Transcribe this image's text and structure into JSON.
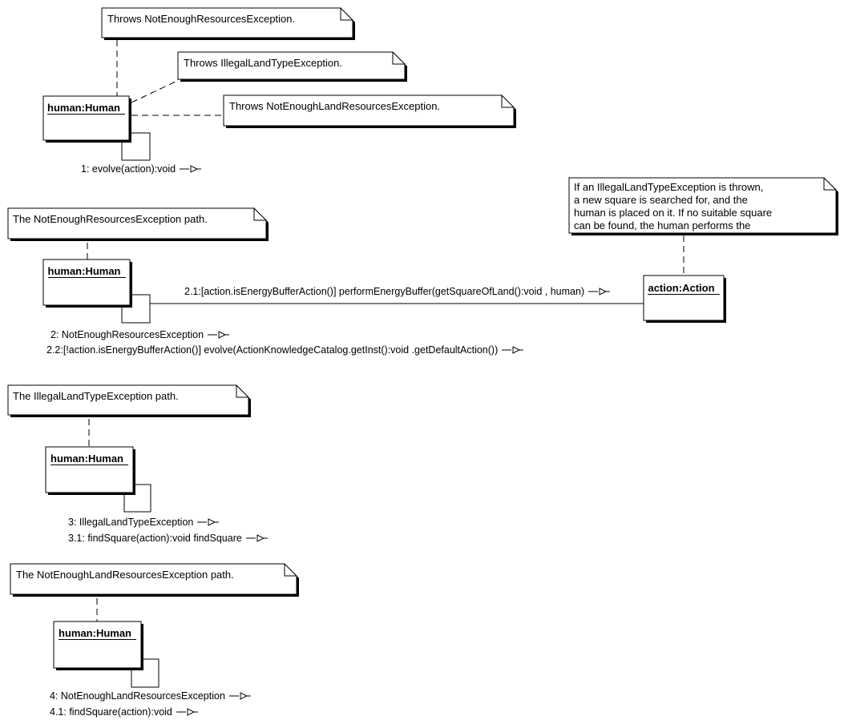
{
  "colors": {
    "line": "#000000",
    "background": "#ffffff"
  },
  "notes": {
    "n1": "Throws NotEnoughResourcesException.",
    "n2": "Throws IllegalLandTypeException.",
    "n3": "Throws NotEnoughLandResourcesException.",
    "n4": "The NotEnoughResourcesException path.",
    "n5_lines": [
      "If an IllegalLandTypeException is thrown,",
      "a new square is searched for, and the",
      "human is placed on it. If no suitable square",
      "can be found, the human performs the"
    ],
    "n6": "The IllegalLandTypeException path.",
    "n7": "The NotEnoughLandResourcesException path."
  },
  "objects": {
    "human": "human:Human",
    "action": "action:Action"
  },
  "messages": {
    "m1": "1: evolve(action):void",
    "m2_1": "2.1:[action.isEnergyBufferAction()] performEnergyBuffer(getSquareOfLand():void , human)",
    "m2": "2: NotEnoughResourcesException",
    "m2_2": "2.2:[!action.isEnergyBufferAction()] evolve(ActionKnowledgeCatalog.getInst():void .getDefaultAction())",
    "m3": "3: IllegalLandTypeException",
    "m3_1": "3.1: findSquare(action):void findSquare",
    "m4": "4: NotEnoughLandResourcesException",
    "m4_1": "4.1: findSquare(action):void"
  }
}
